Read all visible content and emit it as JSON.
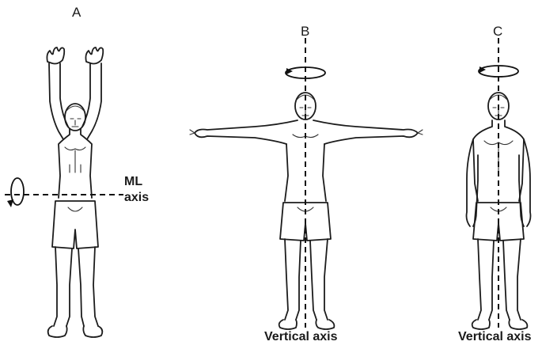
{
  "figures": [
    {
      "letter": "A",
      "axis_label_line1": "ML",
      "axis_label_line2": "axis"
    },
    {
      "letter": "B",
      "axis_label": "Vertical axis"
    },
    {
      "letter": "C",
      "axis_label": "Vertical axis"
    }
  ]
}
